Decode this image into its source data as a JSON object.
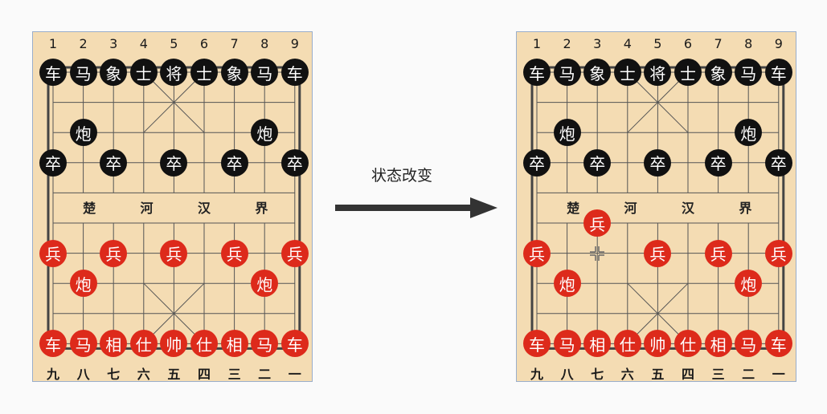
{
  "column_numbers": [
    "1",
    "2",
    "3",
    "4",
    "5",
    "6",
    "7",
    "8",
    "9"
  ],
  "column_chinese": [
    "九",
    "八",
    "七",
    "六",
    "五",
    "四",
    "三",
    "二",
    "一"
  ],
  "river": [
    "楚",
    "河",
    "汉",
    "界"
  ],
  "arrow_label": "状态改变",
  "colors": {
    "red": "#dd2a1b",
    "black": "#111111",
    "board": "#f4dcb3",
    "line": "#555555"
  },
  "boards": [
    {
      "name": "before",
      "pieces": [
        {
          "side": "black",
          "t": "车",
          "c": 0,
          "r": 0
        },
        {
          "side": "black",
          "t": "马",
          "c": 1,
          "r": 0
        },
        {
          "side": "black",
          "t": "象",
          "c": 2,
          "r": 0
        },
        {
          "side": "black",
          "t": "士",
          "c": 3,
          "r": 0
        },
        {
          "side": "black",
          "t": "将",
          "c": 4,
          "r": 0
        },
        {
          "side": "black",
          "t": "士",
          "c": 5,
          "r": 0
        },
        {
          "side": "black",
          "t": "象",
          "c": 6,
          "r": 0
        },
        {
          "side": "black",
          "t": "马",
          "c": 7,
          "r": 0
        },
        {
          "side": "black",
          "t": "车",
          "c": 8,
          "r": 0
        },
        {
          "side": "black",
          "t": "炮",
          "c": 1,
          "r": 2
        },
        {
          "side": "black",
          "t": "炮",
          "c": 7,
          "r": 2
        },
        {
          "side": "black",
          "t": "卒",
          "c": 0,
          "r": 3
        },
        {
          "side": "black",
          "t": "卒",
          "c": 2,
          "r": 3
        },
        {
          "side": "black",
          "t": "卒",
          "c": 4,
          "r": 3
        },
        {
          "side": "black",
          "t": "卒",
          "c": 6,
          "r": 3
        },
        {
          "side": "black",
          "t": "卒",
          "c": 8,
          "r": 3
        },
        {
          "side": "red",
          "t": "兵",
          "c": 0,
          "r": 6
        },
        {
          "side": "red",
          "t": "兵",
          "c": 2,
          "r": 6
        },
        {
          "side": "red",
          "t": "兵",
          "c": 4,
          "r": 6
        },
        {
          "side": "red",
          "t": "兵",
          "c": 6,
          "r": 6
        },
        {
          "side": "red",
          "t": "兵",
          "c": 8,
          "r": 6
        },
        {
          "side": "red",
          "t": "炮",
          "c": 1,
          "r": 7
        },
        {
          "side": "red",
          "t": "炮",
          "c": 7,
          "r": 7
        },
        {
          "side": "red",
          "t": "车",
          "c": 0,
          "r": 9
        },
        {
          "side": "red",
          "t": "马",
          "c": 1,
          "r": 9
        },
        {
          "side": "red",
          "t": "相",
          "c": 2,
          "r": 9
        },
        {
          "side": "red",
          "t": "仕",
          "c": 3,
          "r": 9
        },
        {
          "side": "red",
          "t": "帅",
          "c": 4,
          "r": 9
        },
        {
          "side": "red",
          "t": "仕",
          "c": 5,
          "r": 9
        },
        {
          "side": "red",
          "t": "相",
          "c": 6,
          "r": 9
        },
        {
          "side": "red",
          "t": "马",
          "c": 7,
          "r": 9
        },
        {
          "side": "red",
          "t": "车",
          "c": 8,
          "r": 9
        }
      ]
    },
    {
      "name": "after",
      "cursor": {
        "c": 2,
        "r": 6
      },
      "pieces": [
        {
          "side": "black",
          "t": "车",
          "c": 0,
          "r": 0
        },
        {
          "side": "black",
          "t": "马",
          "c": 1,
          "r": 0
        },
        {
          "side": "black",
          "t": "象",
          "c": 2,
          "r": 0
        },
        {
          "side": "black",
          "t": "士",
          "c": 3,
          "r": 0
        },
        {
          "side": "black",
          "t": "将",
          "c": 4,
          "r": 0
        },
        {
          "side": "black",
          "t": "士",
          "c": 5,
          "r": 0
        },
        {
          "side": "black",
          "t": "象",
          "c": 6,
          "r": 0
        },
        {
          "side": "black",
          "t": "马",
          "c": 7,
          "r": 0
        },
        {
          "side": "black",
          "t": "车",
          "c": 8,
          "r": 0
        },
        {
          "side": "black",
          "t": "炮",
          "c": 1,
          "r": 2
        },
        {
          "side": "black",
          "t": "炮",
          "c": 7,
          "r": 2
        },
        {
          "side": "black",
          "t": "卒",
          "c": 0,
          "r": 3
        },
        {
          "side": "black",
          "t": "卒",
          "c": 2,
          "r": 3
        },
        {
          "side": "black",
          "t": "卒",
          "c": 4,
          "r": 3
        },
        {
          "side": "black",
          "t": "卒",
          "c": 6,
          "r": 3
        },
        {
          "side": "black",
          "t": "卒",
          "c": 8,
          "r": 3
        },
        {
          "side": "red",
          "t": "兵",
          "c": 2,
          "r": 5
        },
        {
          "side": "red",
          "t": "兵",
          "c": 0,
          "r": 6
        },
        {
          "side": "red",
          "t": "兵",
          "c": 4,
          "r": 6
        },
        {
          "side": "red",
          "t": "兵",
          "c": 6,
          "r": 6
        },
        {
          "side": "red",
          "t": "兵",
          "c": 8,
          "r": 6
        },
        {
          "side": "red",
          "t": "炮",
          "c": 1,
          "r": 7
        },
        {
          "side": "red",
          "t": "炮",
          "c": 7,
          "r": 7
        },
        {
          "side": "red",
          "t": "车",
          "c": 0,
          "r": 9
        },
        {
          "side": "red",
          "t": "马",
          "c": 1,
          "r": 9
        },
        {
          "side": "red",
          "t": "相",
          "c": 2,
          "r": 9
        },
        {
          "side": "red",
          "t": "仕",
          "c": 3,
          "r": 9
        },
        {
          "side": "red",
          "t": "帅",
          "c": 4,
          "r": 9
        },
        {
          "side": "red",
          "t": "仕",
          "c": 5,
          "r": 9
        },
        {
          "side": "red",
          "t": "相",
          "c": 6,
          "r": 9
        },
        {
          "side": "red",
          "t": "马",
          "c": 7,
          "r": 9
        },
        {
          "side": "red",
          "t": "车",
          "c": 8,
          "r": 9
        }
      ]
    }
  ]
}
